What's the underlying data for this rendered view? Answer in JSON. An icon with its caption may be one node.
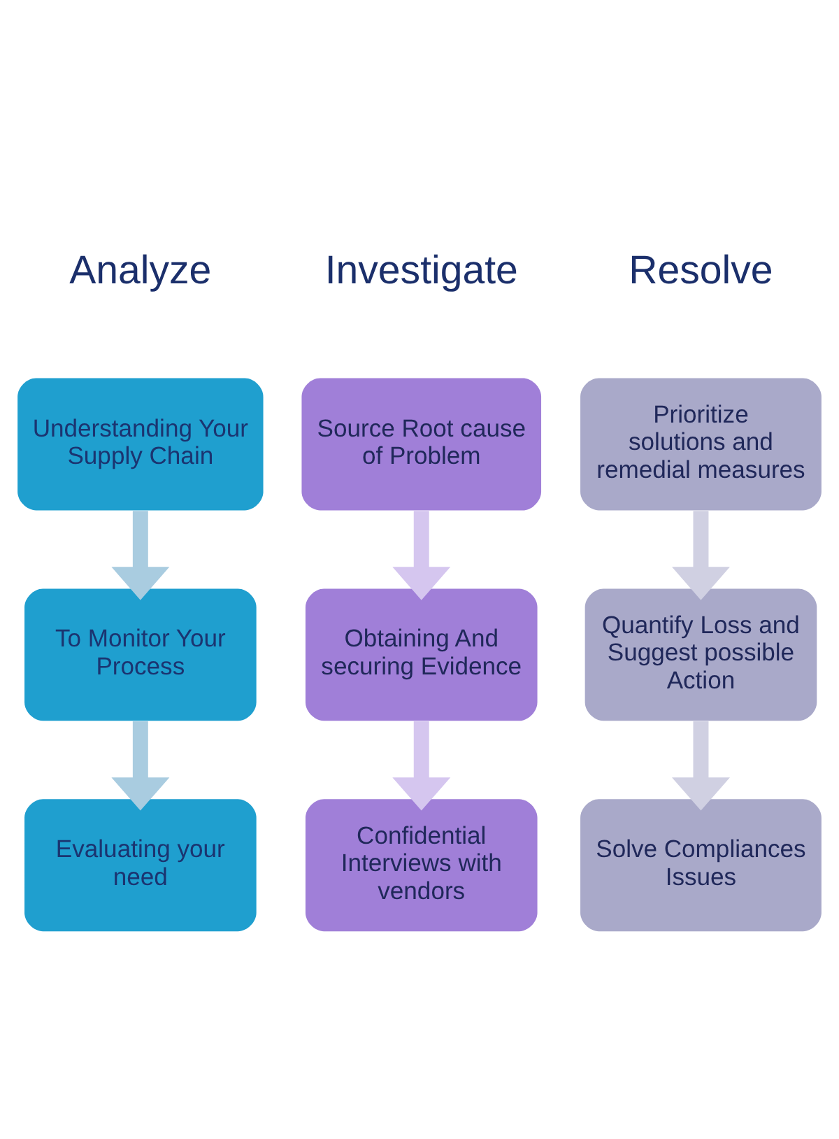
{
  "diagram": {
    "nodes": [
      {
        "text": [
          "Understanding Your Supply Chain"
        ]
      },
      {
        "text": [
          "To Monitor Your Process"
        ]
      },
      {
        "text": [
          "Evaluating your need"
        ]
      },
      {
        "text": [
          "Source Root cause of Problem"
        ]
      },
      {
        "text": [
          "Obtaining And securing Evidence"
        ]
      },
      {
        "text": [
          "Confidential Interviews with vendors"
        ]
      },
      {
        "text": [
          "Prioritize solutions and remedial measures"
        ]
      },
      {
        "text": [
          "Quantify Loss and Suggest possible Action"
        ]
      },
      {
        "text": [
          "Solve Compliances Issues"
        ]
      }
    ],
    "edges": [
      {
        "from": 0,
        "to": 1,
        "arrow": "to",
        "color": "#a9cce0"
      },
      {
        "from": 1,
        "to": 2,
        "arrow": "to",
        "color": "#a9cce0"
      },
      {
        "from": 3,
        "to": 4,
        "arrow": "to",
        "color": "#d5c6ef"
      },
      {
        "from": 4,
        "to": 5,
        "arrow": "to",
        "color": "#d5c6ef"
      },
      {
        "from": 6,
        "to": 7,
        "arrow": "to",
        "color": "#d0d0e2"
      },
      {
        "from": 7,
        "to": 8,
        "arrow": "to",
        "color": "#d0d0e2"
      }
    ],
    "labels": [
      "Resolve",
      "Investigate",
      "Analyze"
    ]
  }
}
